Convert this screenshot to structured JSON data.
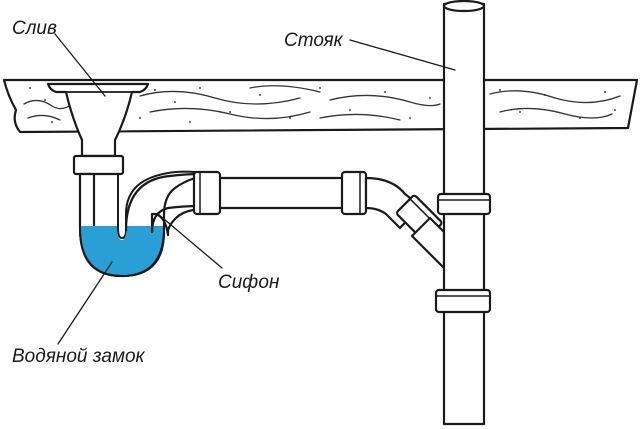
{
  "labels": {
    "drain": "Слив",
    "riser": "Стояк",
    "siphon": "Сифон",
    "water_seal": "Водяной замок"
  },
  "colors": {
    "water": "#2a9fd6",
    "ink": "#1a1a1a",
    "background": "#ffffff"
  }
}
